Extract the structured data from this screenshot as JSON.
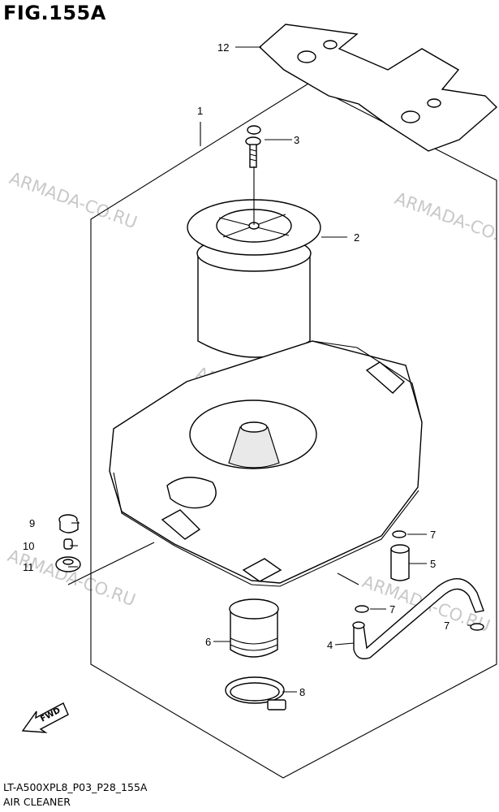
{
  "figure": {
    "title": "FIG.155A",
    "code": "LT-A500XPL8_P03_P28_155A",
    "name": "AIR CLEANER"
  },
  "watermark": "ARMADA-CO.RU",
  "callouts": [
    {
      "id": "c1",
      "label": "1"
    },
    {
      "id": "c2",
      "label": "2"
    },
    {
      "id": "c3",
      "label": "3"
    },
    {
      "id": "c4",
      "label": "4"
    },
    {
      "id": "c5",
      "label": "5"
    },
    {
      "id": "c6",
      "label": "6"
    },
    {
      "id": "c7a",
      "label": "7"
    },
    {
      "id": "c7b",
      "label": "7"
    },
    {
      "id": "c7c",
      "label": "7"
    },
    {
      "id": "c8",
      "label": "8"
    },
    {
      "id": "c9",
      "label": "9"
    },
    {
      "id": "c10",
      "label": "10"
    },
    {
      "id": "c11",
      "label": "11"
    },
    {
      "id": "c12",
      "label": "12"
    }
  ],
  "fwd_label": "FWD"
}
